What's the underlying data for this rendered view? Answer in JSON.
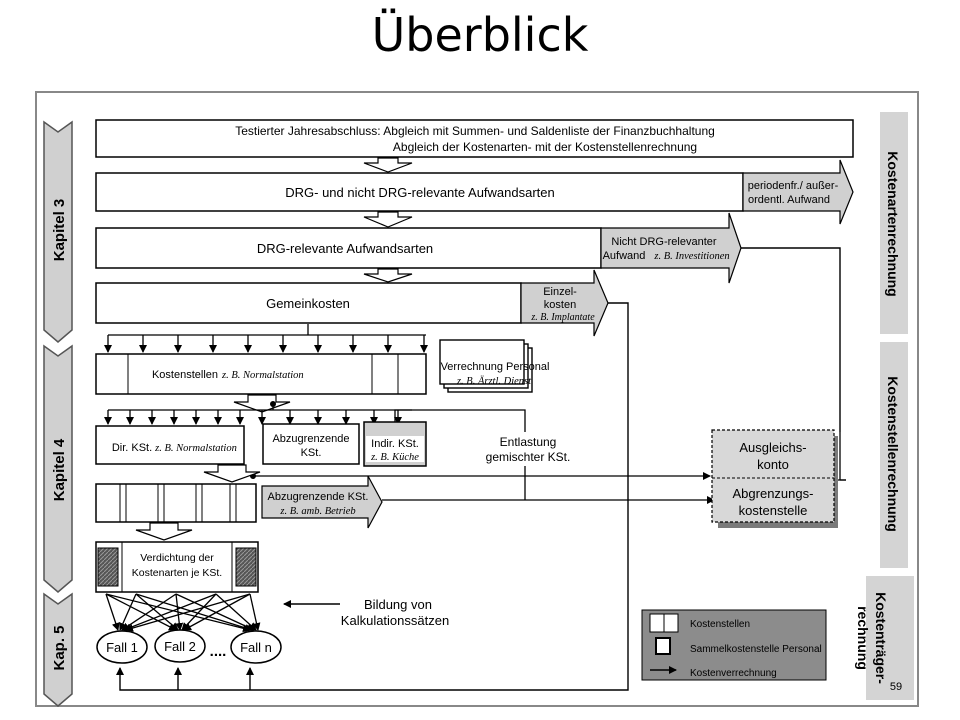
{
  "slide": {
    "title": "Überblick"
  },
  "chapters": [
    "Kapitel 3",
    "Kapitel 4",
    "Kap. 5"
  ],
  "side_labels": [
    "Kostenartenrechnung",
    "Kostenstellenrechnung",
    "Kostenträger-\nrechnung"
  ],
  "boxes": {
    "jahresabschluss_l1": "Testierter Jahresabschluss: Abgleich mit Summen- und Saldenliste der Finanzbuchhaltung",
    "jahresabschluss_l2": "Abgleich der Kostenarten- mit der Kostenstellenrechnung",
    "drg_all": "DRG- und nicht DRG-relevante Aufwandsarten",
    "drg_rel": "DRG-relevante Aufwandsarten",
    "gemeinkosten": "Gemeinkosten",
    "periodenfr_l1": "periodenfr./ außer-",
    "periodenfr_l2": "ordentl. Aufwand",
    "nicht_drg_l1": "Nicht DRG-relevanter",
    "nicht_drg_l2": "Aufwand",
    "nicht_drg_ex": "z. B. Investitionen",
    "einzel_l1": "Einzel-",
    "einzel_l2": "kosten",
    "einzel_ex": "z. B. Implantate",
    "kostenstellen": "Kostenstellen",
    "kostenstellen_ex": "z. B. Normalstation",
    "verrechnung_l1": "Verrechnung Personal",
    "verrechnung_ex": "z. B. Ärztl. Dienst",
    "dir_kst": "Dir. KSt.",
    "dir_kst_ex": "z. B. Normalstation",
    "abzug_l1": "Abzugrenzende",
    "abzug_l2": "KSt.",
    "indir_l1": "Indir. KSt.",
    "indir_ex": "z. B. Küche",
    "entlastung_l1": "Entlastung",
    "entlastung_l2": "gemischter KSt.",
    "abzug2": "Abzugrenzende KSt.",
    "abzug2_ex": "z. B. amb. Betrieb",
    "ausgleich_l1": "Ausgleichs-",
    "ausgleich_l2": "konto",
    "abgrenzung_l1": "Abgrenzungs-",
    "abgrenzung_l2": "kostenstelle",
    "verdichtung_l1": "Verdichtung der",
    "verdichtung_l2": "Kostenarten je KSt.",
    "bildung_l1": "Bildung von",
    "bildung_l2": "Kalkulationssätzen",
    "fall1": "Fall 1",
    "fall2": "Fall 2",
    "falln": "Fall n",
    "dots": "...."
  },
  "legend": [
    "Kostenstellen",
    "Sammelkostenstelle Personal",
    "Kostenverrechnung"
  ],
  "page_number": "59"
}
